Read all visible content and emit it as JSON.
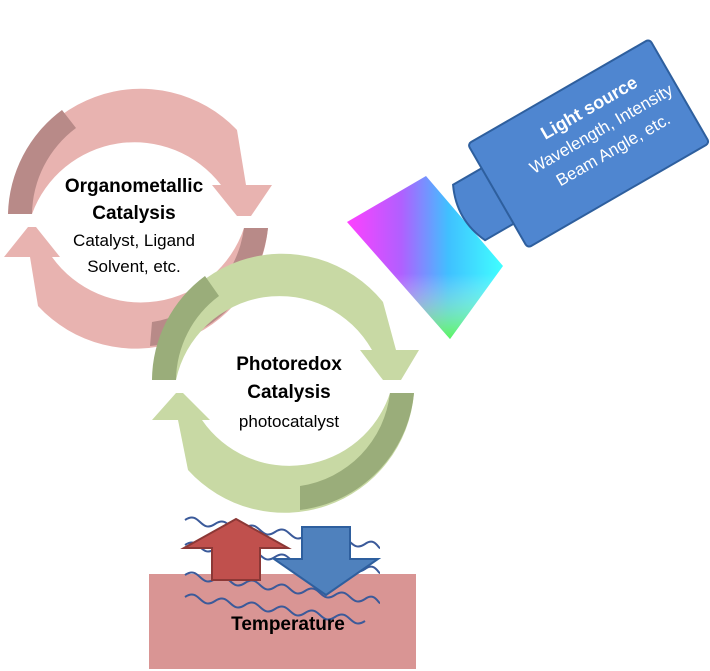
{
  "organometallic": {
    "title_line1": "Organometallic",
    "title_line2": "Catalysis",
    "detail_line1": "Catalyst, Ligand",
    "detail_line2": "Solvent, etc.",
    "colors": {
      "light": "#e8b3b0",
      "dark": "#b88a88"
    }
  },
  "photoredox": {
    "title_line1": "Photoredox",
    "title_line2": "Catalysis",
    "detail_line1": "photocatalyst",
    "colors": {
      "light": "#c8d9a4",
      "dark": "#9aad7a"
    }
  },
  "light_source": {
    "title": "Light source",
    "line2": "Wavelength, Intensity",
    "line3": "Beam Angle, etc.",
    "colors": {
      "body": "#4f86d0",
      "outline": "#2e5f9e"
    }
  },
  "temperature": {
    "label": "Temperature",
    "colors": {
      "block": "#d99594",
      "up_arrow": "#c0504d",
      "down_arrow": "#4f81bd",
      "coil": "#3b5a9a"
    }
  }
}
